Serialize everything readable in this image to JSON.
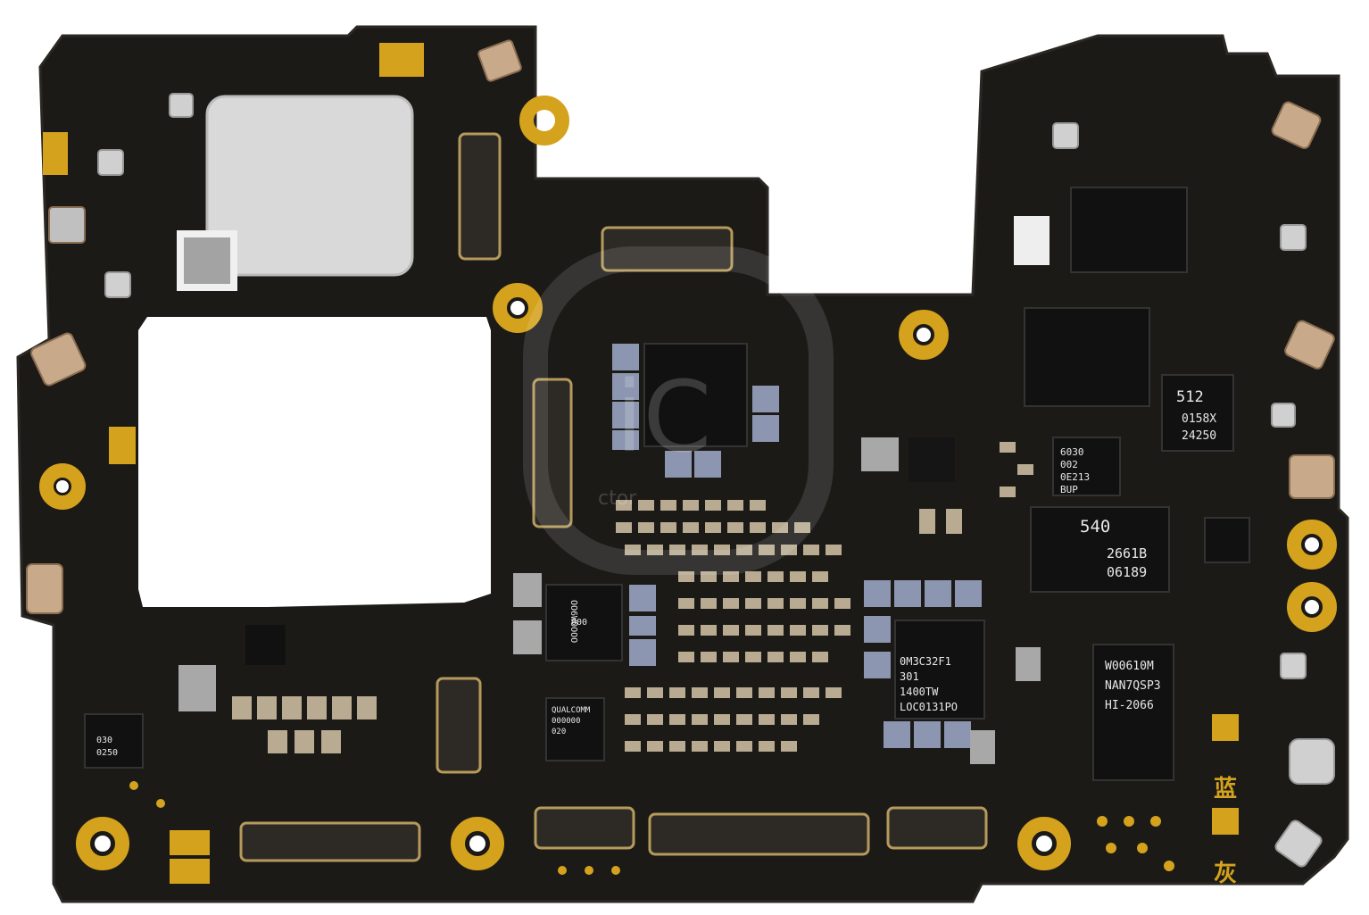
{
  "image": {
    "subject": "smartphone-mainboard",
    "colors": {
      "pcb": "#1c1a17",
      "pcb_edge": "#26231f",
      "gold": "#d4a21c",
      "silver": "#d9d9d9",
      "chip": "#111111",
      "component": "#b8ab92"
    }
  },
  "chips": {
    "c512": {
      "line1": "512",
      "line2": "0158X",
      "line3": "24250"
    },
    "c540": {
      "line1": "540",
      "line2": "2661B",
      "line3": "06189"
    },
    "c6030": {
      "line1": "6030",
      "line2": "002",
      "line3": "0E213",
      "line4": "BUP"
    },
    "wd": {
      "line1": "W00610M",
      "line2": "NAN7QSP3",
      "line3": "HI-2066"
    },
    "soc": {
      "line1": "0M3C32F1",
      "line2": "301",
      "line3": "1400TW",
      "line4": "LOC0131PO"
    },
    "qc1": {
      "line1": "QUALCOMM",
      "line2": "000000",
      "line3": "020"
    },
    "qc2": {
      "line1": "OO6WOOOO",
      "line2": "000"
    },
    "small1": {
      "line1": "030",
      "line2": "0250"
    }
  },
  "labels": {
    "blue": "蓝",
    "gray": "灰"
  },
  "watermark": {
    "text1": "iC",
    "text2": "ctor"
  }
}
